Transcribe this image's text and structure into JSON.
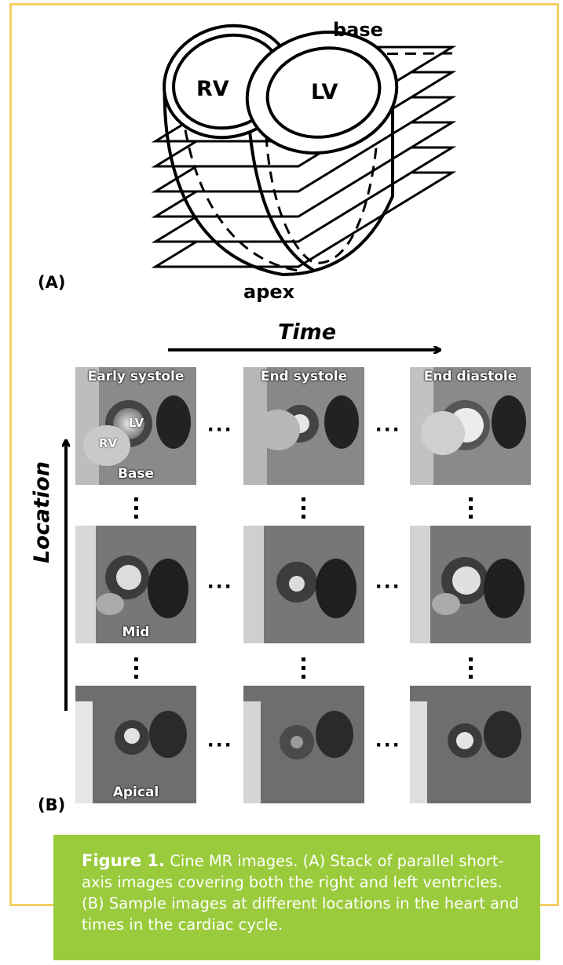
{
  "panel_a": {
    "label": "(A)",
    "base_label": "base",
    "apex_label": "apex",
    "rv_label": "RV",
    "lv_label": "LV"
  },
  "panel_b": {
    "label": "(B)",
    "time_axis_label": "Time",
    "location_axis_label": "Location",
    "columns": [
      "Early systole",
      "End systole",
      "End diastole"
    ],
    "rows": [
      "Base",
      "Mid",
      "Apical"
    ],
    "inner_labels": {
      "lv": "LV",
      "rv": "RV"
    },
    "ellipsis": "···"
  },
  "caption": {
    "title": "Figure 1.",
    "text": " Cine MR images. (A) Stack of parallel short-axis images covering both the right and left ventricles. (B) Sample images at different locations in the heart and times in the cardiac cycle."
  },
  "colors": {
    "frame": "#f6cf63",
    "caption_background": "#9acb3c",
    "caption_text": "#ffffff"
  }
}
